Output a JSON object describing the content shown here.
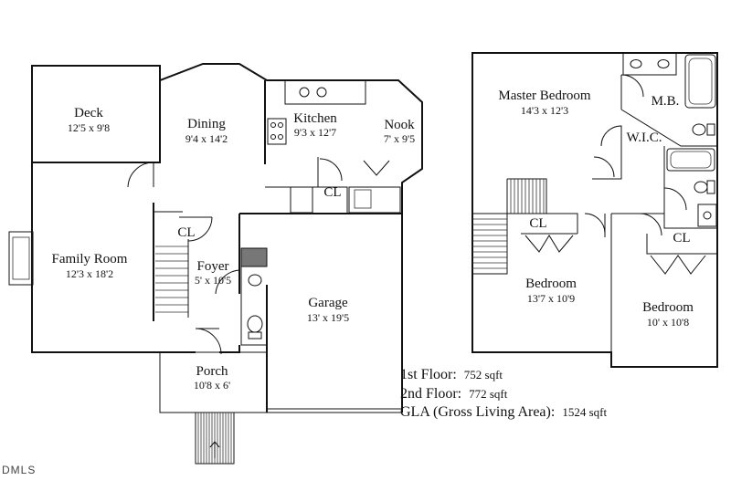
{
  "rooms": {
    "deck": {
      "name": "Deck",
      "dims": "12'5 x 9'8"
    },
    "dining": {
      "name": "Dining",
      "dims": "9'4 x 14'2"
    },
    "kitchen": {
      "name": "Kitchen",
      "dims": "9'3 x 12'7"
    },
    "nook": {
      "name": "Nook",
      "dims": "7' x 9'5"
    },
    "family_room": {
      "name": "Family Room",
      "dims": "12'3 x 18'2"
    },
    "foyer": {
      "name": "Foyer",
      "dims": "5' x 10'5"
    },
    "garage": {
      "name": "Garage",
      "dims": "13' x 19'5"
    },
    "porch": {
      "name": "Porch",
      "dims": "10'8 x 6'"
    },
    "master_bedroom": {
      "name": "Master Bedroom",
      "dims": "14'3 x 12'3"
    },
    "bedroom_2": {
      "name": "Bedroom",
      "dims": "13'7 x 10'9"
    },
    "bedroom_3": {
      "name": "Bedroom",
      "dims": "10' x 10'8"
    }
  },
  "labels": {
    "closet": "CL",
    "master_bath": "M.B.",
    "walk_in_closet": "W.I.C."
  },
  "areas": {
    "first_floor": {
      "label": "1st Floor:",
      "value": "752 sqft"
    },
    "second_floor": {
      "label": "2nd Floor:",
      "value": "772 sqft"
    },
    "gla": {
      "label": "GLA (Gross Living Area):",
      "value": "1524 sqft"
    }
  },
  "watermark": "DMLS"
}
